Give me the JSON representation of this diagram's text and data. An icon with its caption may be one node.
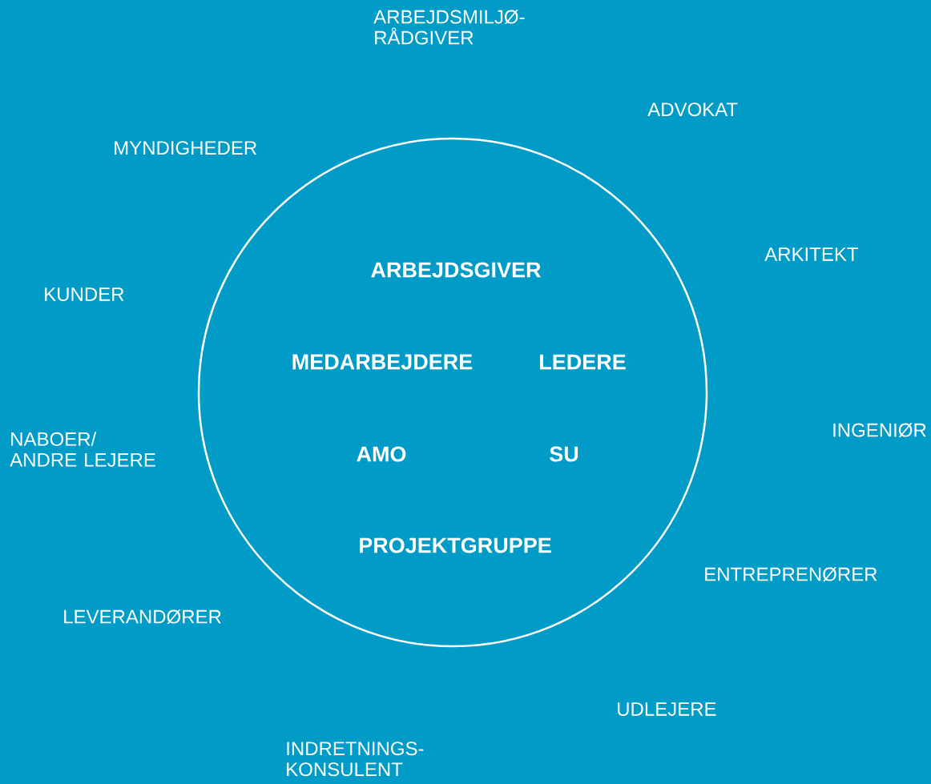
{
  "diagram": {
    "nodes": [
      {
        "text": [
          "ARBEJDSGIVER",
          "MEDARBEJDERE",
          "LEDERE",
          "AMO",
          "SU",
          "PROJEKTGRUPPE"
        ]
      }
    ],
    "labels": [
      "ARBEJDSMILJØ- RÅDGIVER",
      "ADVOKAT",
      "MYNDIGHEDER",
      "ARKITEKT",
      "KUNDER",
      "NABOER/ ANDRE LEJERE",
      "INGENIØR",
      "ENTREPRENØRER",
      "LEVERANDØRER",
      "UDLEJERE",
      "INDRETNINGS- KONSULENT"
    ]
  }
}
